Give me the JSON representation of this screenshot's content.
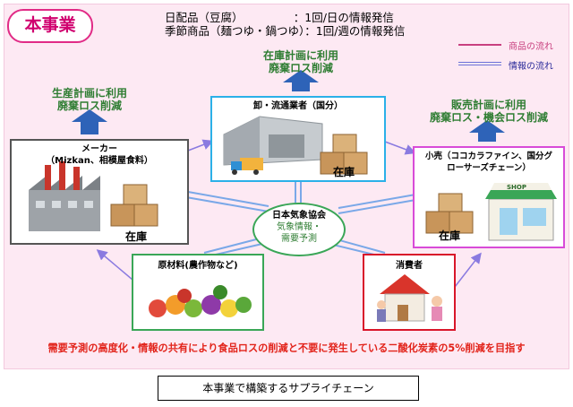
{
  "badge": "本事業",
  "info": {
    "line1": "日配品（豆腐）　　　　　：1回/日の情報発信",
    "line2": "季節商品（麺つゆ・鍋つゆ）：1回/週の情報発信"
  },
  "legend": {
    "product_flow": "商品の流れ",
    "info_flow": "情報の流れ",
    "product_color": "#c8407f",
    "info_color": "#6c72d8"
  },
  "top_caption": {
    "line1": "在庫計画に利用",
    "line2": "廃棄ロス削減"
  },
  "left_caption": {
    "line1": "生産計画に利用",
    "line2": "廃棄ロス削減"
  },
  "right_caption": {
    "line1": "販売計画に利用",
    "line2": "廃棄ロス・機会ロス削減"
  },
  "maker": {
    "title1": "メーカー",
    "title2": "（Mizkan、相模屋食料）",
    "stock": "在庫"
  },
  "wholesaler": {
    "title": "卸・流通業者（国分）",
    "stock": "在庫"
  },
  "retail": {
    "title1": "小売（ココカラファイン、国分グ",
    "title2": "ローサーズチェーン）",
    "stock": "在庫",
    "shop_sign": "SHOP"
  },
  "raw": {
    "title": "原材料(農作物など)"
  },
  "consumer": {
    "title": "消費者"
  },
  "center": {
    "line1": "日本気象協会",
    "line2": "気象情報・",
    "line3": "需要予測"
  },
  "bottom_text": "需要予測の高度化・情報の共有により食品ロスの削減と不要に発生している二酸化炭素の5%削減を目指す",
  "footer": "本事業で構築するサプライチェーン",
  "colors": {
    "wholesaler_border": "#2bb0e8",
    "retail_border": "#d84bd8",
    "raw_border": "#3aa657",
    "consumer_border": "#d9162a",
    "maker_border": "#555555",
    "arrow_blue": "#2e63b8",
    "caption_green": "#2e7d32"
  }
}
